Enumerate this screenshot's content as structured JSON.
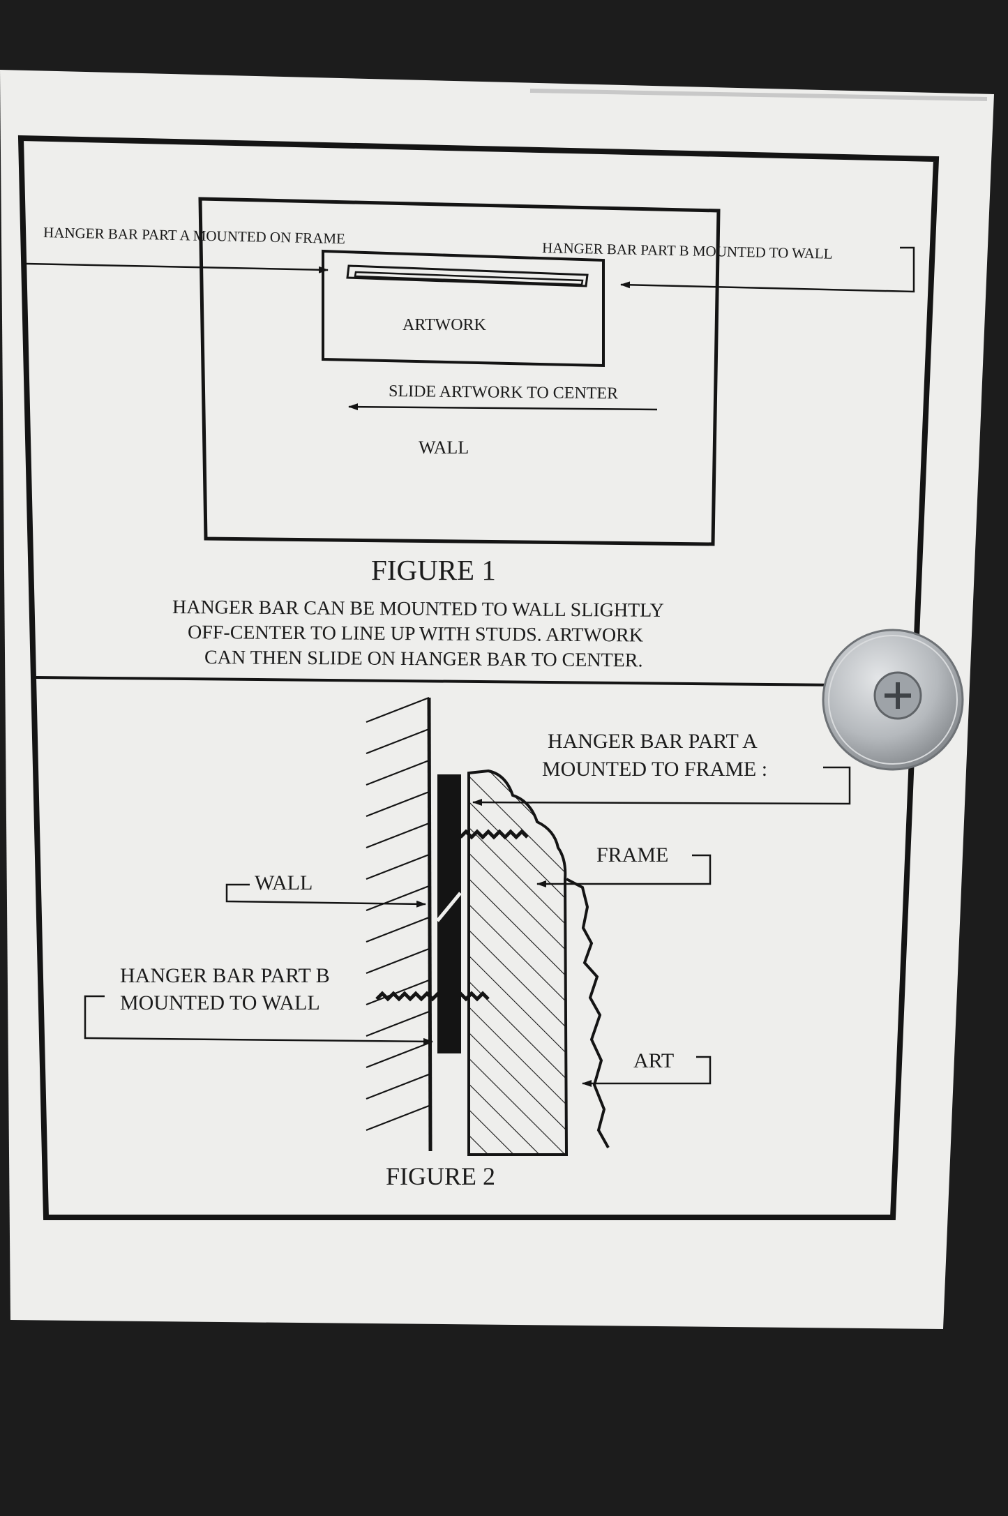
{
  "figure1": {
    "label_part_a": "HANGER BAR PART A MOUNTED ON FRAME",
    "label_part_b": "HANGER BAR PART B MOUNTED TO WALL",
    "label_artwork": "ARTWORK",
    "label_slide": "SLIDE ARTWORK TO CENTER",
    "label_wall": "WALL",
    "title": "FIGURE 1",
    "caption": [
      "HANGER BAR CAN BE MOUNTED TO WALL SLIGHTLY",
      "OFF-CENTER TO LINE UP WITH STUDS.   ARTWORK",
      "CAN THEN SLIDE ON HANGER BAR TO CENTER."
    ]
  },
  "figure2": {
    "label_part_a": [
      "HANGER BAR PART A",
      "MOUNTED TO FRAME :"
    ],
    "label_frame": "FRAME",
    "label_wall": "WALL",
    "label_part_b": [
      "HANGER BAR PART B",
      "MOUNTED TO WALL"
    ],
    "label_art": "ART",
    "title": "FIGURE 2"
  },
  "colors": {
    "background": "#1c1c1c",
    "paper": "#eeeeec",
    "ink": "#141414",
    "washer": "#b8bbbe"
  },
  "icons": [
    "screw-washer-icon"
  ]
}
